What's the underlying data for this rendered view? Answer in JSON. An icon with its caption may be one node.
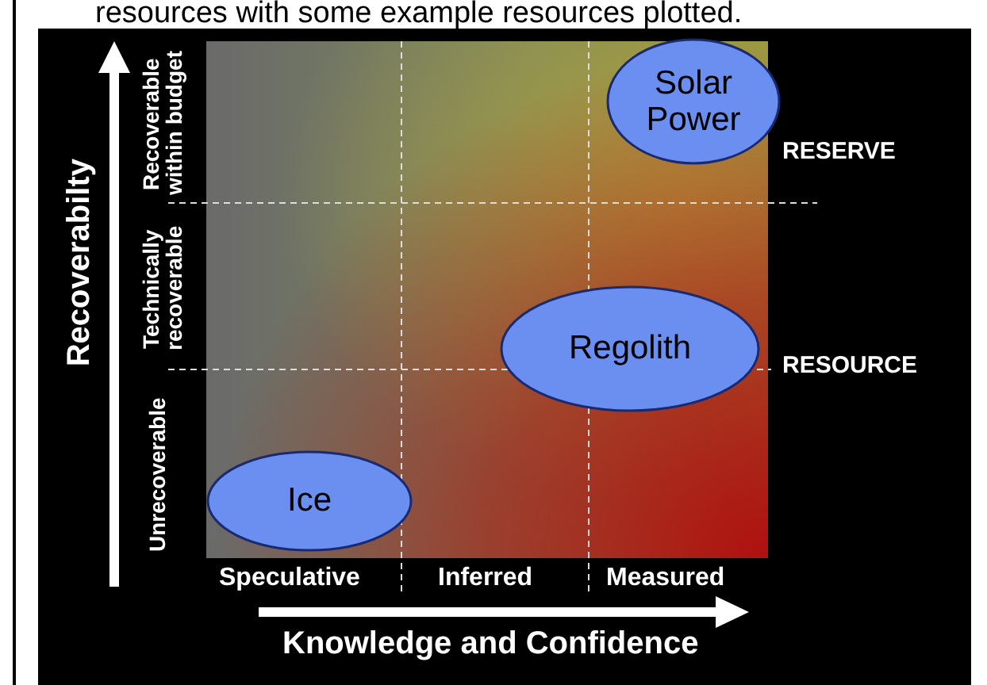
{
  "diagram": {
    "caption": "resources with some example resources plotted.",
    "nodes": [
      {
        "text": [
          "Solar Power"
        ]
      },
      {
        "text": [
          "Regolith"
        ]
      },
      {
        "text": [
          "Ice"
        ]
      }
    ],
    "edges": [],
    "labels": [
      "Recoverabilty",
      "Recoverable within budget",
      "Technically recoverable",
      "Unrecoverable",
      "RESERVE",
      "RESOURCE",
      "Speculative",
      "Inferred",
      "Measured",
      "Knowledge and Confidence"
    ]
  }
}
